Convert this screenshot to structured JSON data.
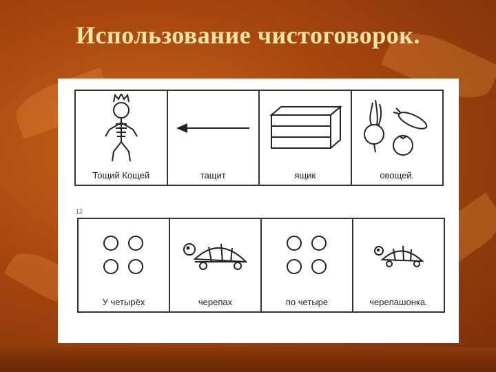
{
  "slide": {
    "title": "Использование чистоговорок."
  },
  "strips": {
    "top": [
      {
        "caption": "Тощий Кощей",
        "icon": "skeleton-king-icon"
      },
      {
        "caption": "тащит",
        "icon": "arrow-left-icon"
      },
      {
        "caption": "ящик",
        "icon": "crate-icon"
      },
      {
        "caption": "овощей.",
        "icon": "vegetables-icon"
      }
    ],
    "bottom": [
      {
        "caption": "У четырёх",
        "icon": "four-circles-icon"
      },
      {
        "caption": "черепах",
        "icon": "turtle-icon"
      },
      {
        "caption": "по четыре",
        "icon": "four-circles-icon"
      },
      {
        "caption": "черепашонка.",
        "icon": "small-turtle-icon"
      }
    ]
  },
  "page_number": "12",
  "colors": {
    "title": "#f5e6a6",
    "background": "#a6460f",
    "card": "#ffffff"
  }
}
